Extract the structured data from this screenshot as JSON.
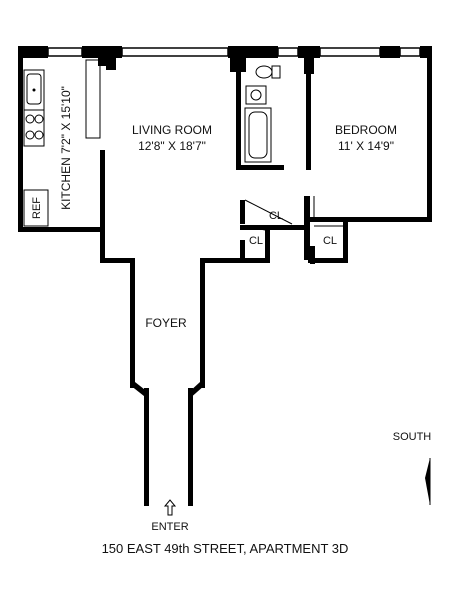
{
  "floorplan": {
    "rooms": {
      "living_room": {
        "name": "LIVING ROOM",
        "dims": "12'8\" X 18'7\""
      },
      "bedroom": {
        "name": "BEDROOM",
        "dims": "11' X 14'9\""
      },
      "kitchen": {
        "label": "KITCHEN 7'2\" X 15'10\""
      },
      "ref": "REF",
      "closet_1": "CL",
      "closet_2": "CL",
      "closet_3": "CL",
      "foyer": "FOYER"
    },
    "entrance": "ENTER",
    "compass": "SOUTH",
    "address": "150 EAST 49th STREET,  APARTMENT 3D"
  }
}
